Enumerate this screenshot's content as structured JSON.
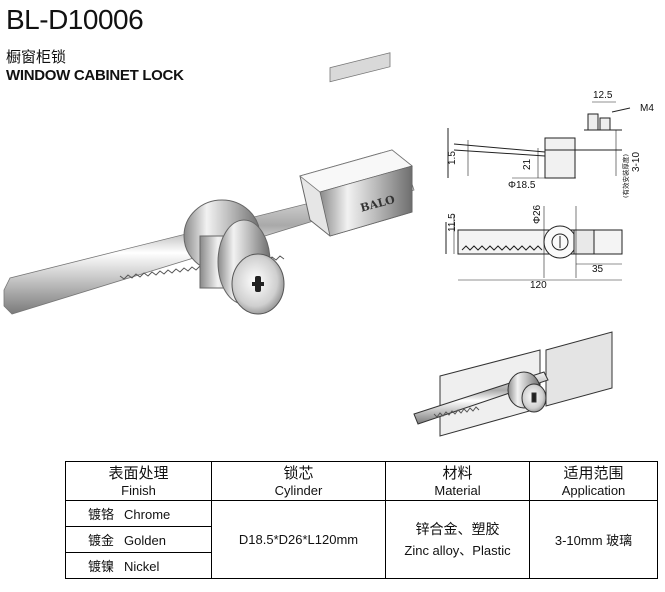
{
  "header": {
    "model": "BL-D10006",
    "name_cn": "橱窗柜锁",
    "name_en": "WINDOW CABINET LOCK"
  },
  "product_photo": {
    "brand_marking": "BALO"
  },
  "drawing": {
    "dims": {
      "d12_5": "12.5",
      "m4": "M4",
      "d1_5": "1.5",
      "d21": "21",
      "d3_10": "3-10",
      "note": "(有效安装厚度)",
      "phi18_5": "Φ18.5",
      "phi26": "Φ26",
      "d11_5": "11.5",
      "d35": "35",
      "d120": "120"
    }
  },
  "table": {
    "headers": [
      {
        "cn": "表面处理",
        "en": "Finish"
      },
      {
        "cn": "锁芯",
        "en": "Cylinder"
      },
      {
        "cn": "材料",
        "en": "Material"
      },
      {
        "cn": "适用范围",
        "en": "Application"
      }
    ],
    "finishes": [
      {
        "cn": "镀铬",
        "en": "Chrome"
      },
      {
        "cn": "镀金",
        "en": "Golden"
      },
      {
        "cn": "镀镍",
        "en": "Nickel"
      }
    ],
    "cylinder": "D18.5*D26*L120mm",
    "material_cn": "锌合金、塑胶",
    "material_en": "Zinc alloy、Plastic",
    "application": "3-10mm 玻璃"
  }
}
